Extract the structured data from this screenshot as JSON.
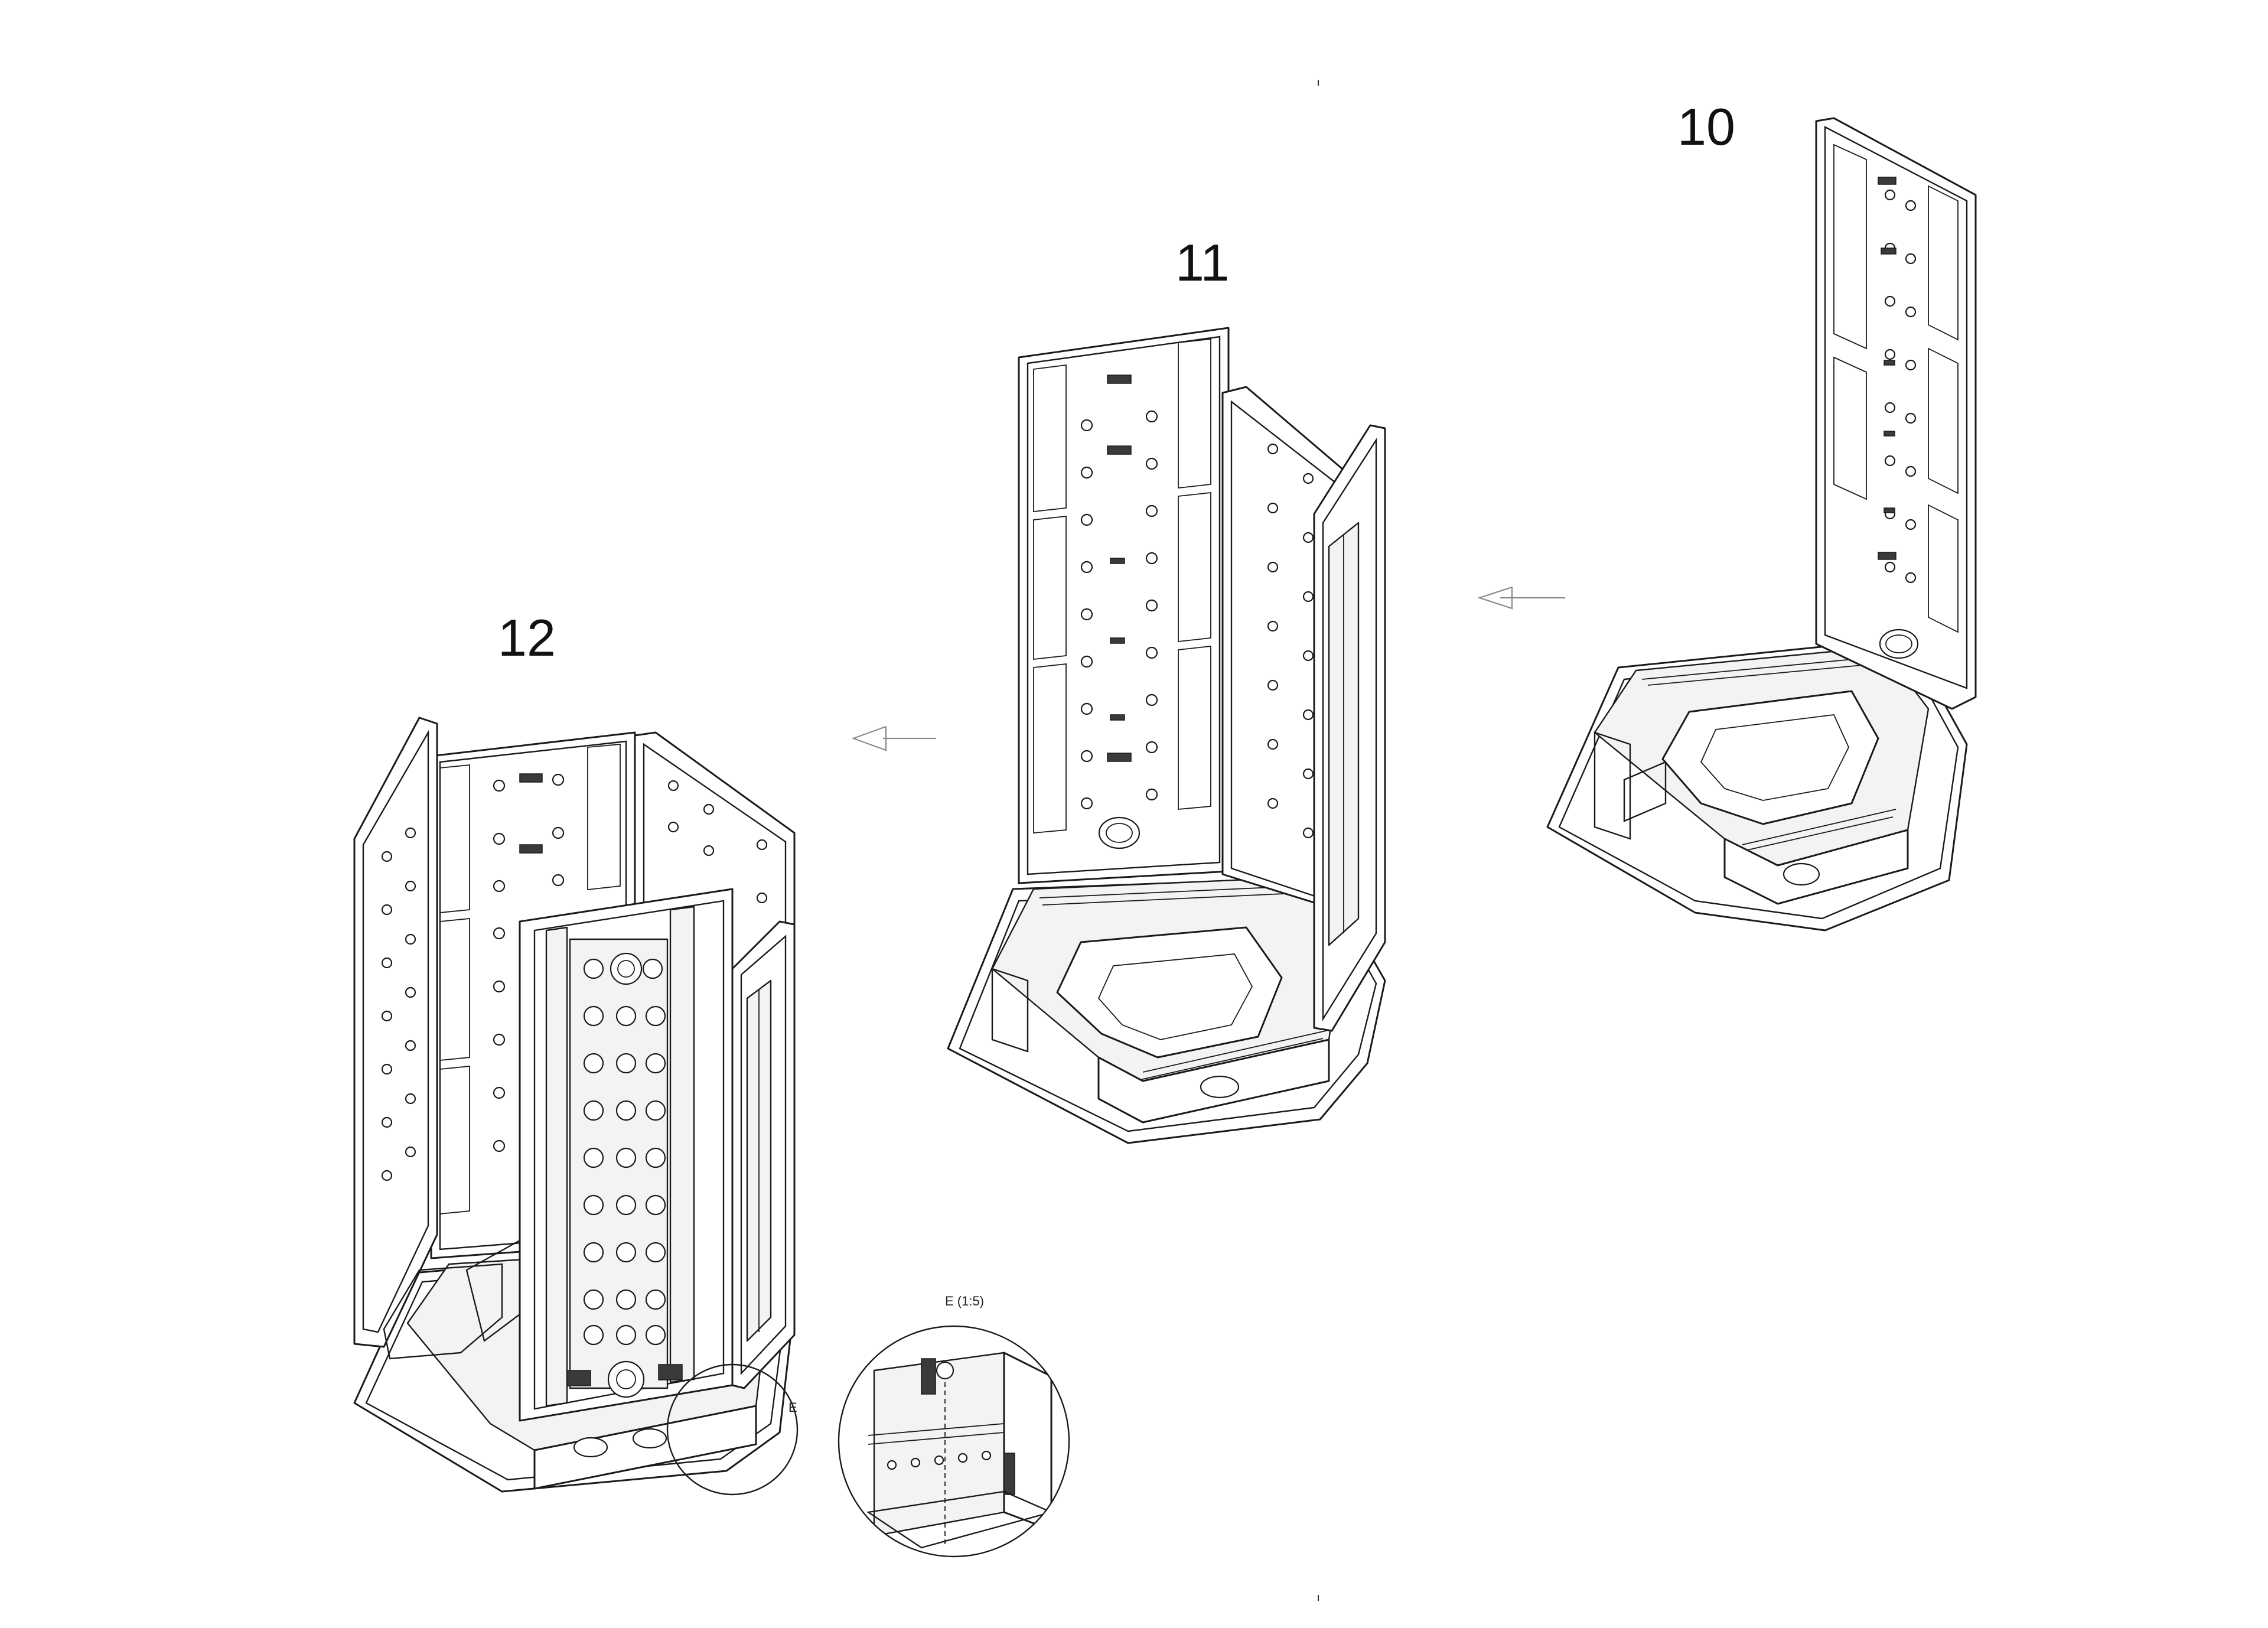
{
  "steps": [
    {
      "id": "step-10",
      "label": "10"
    },
    {
      "id": "step-11",
      "label": "11"
    },
    {
      "id": "step-12",
      "label": "12"
    }
  ],
  "detail": {
    "title": "E (1:5)",
    "callout": "E"
  }
}
